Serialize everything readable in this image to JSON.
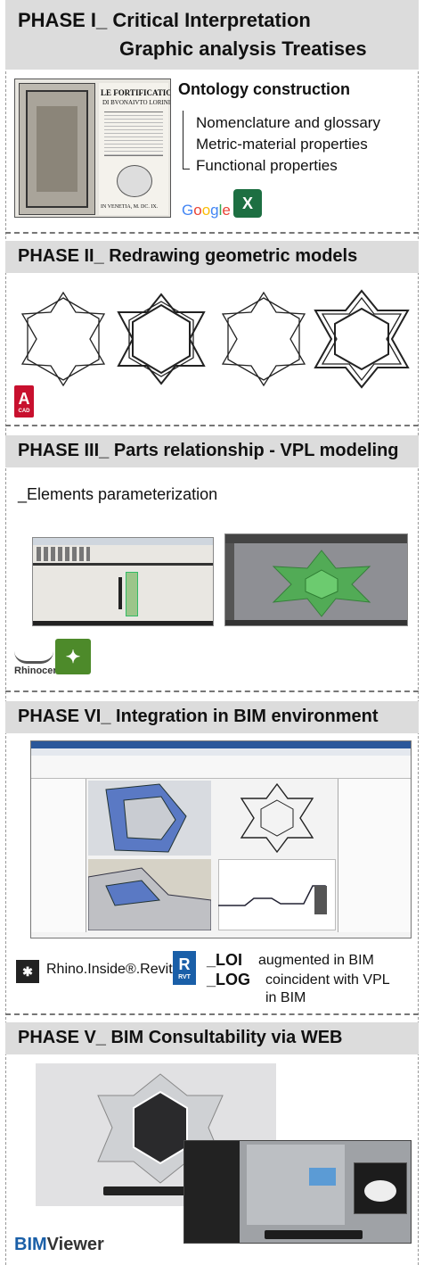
{
  "phase1": {
    "title_line1": "PHASE I_ Critical Interpretation",
    "title_line2": "Graphic analysis Treatises",
    "book_title": "LE FORTIFICATIONI",
    "book_author": "DI BVONAIVTO LORINI",
    "book_city": "IN VENETIA, M. DC. IX.",
    "ontology_heading": "Ontology construction",
    "items": [
      "Nomenclature and glossary",
      "Metric-material properties",
      "Functional properties"
    ],
    "google_label": "Google"
  },
  "phase2": {
    "title": "PHASE II_ Redrawing geometric models",
    "cad_badge": "CAD"
  },
  "phase3": {
    "title": "PHASE III_ Parts relationship - VPL modeling",
    "subtitle": "_Elements parameterization",
    "rhino_label": "Rhinoceros"
  },
  "phase4": {
    "title": "PHASE VI_ Integration in BIM environment",
    "rhino_inside_label": "Rhino.Inside®.Revit",
    "revit_badge": "RVT",
    "loi_key": "_LOI",
    "loi_text": "augmented in BIM",
    "log_key": "_LOG",
    "log_text": "coincident with VPL",
    "log_text2": "in BIM"
  },
  "phase5": {
    "title": "PHASE V_ BIM Consultability via WEB",
    "viewer_logo": "Viewer",
    "viewer_prefix": "BIM"
  },
  "colors": {
    "header_bg": "#dcdcdc",
    "autocad_red": "#c8102e",
    "revit_blue": "#1a5fa8",
    "excel_green": "#1d6f42",
    "green_model": "#4caf50"
  }
}
